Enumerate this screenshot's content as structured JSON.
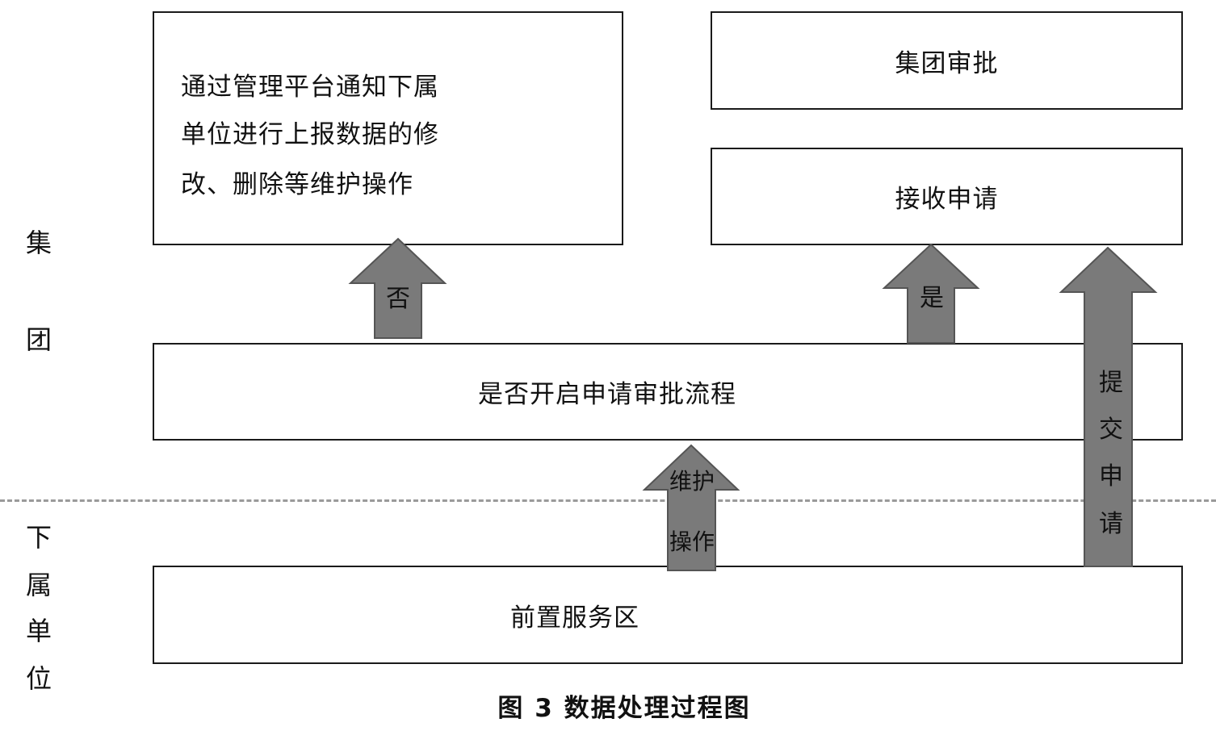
{
  "side_labels": {
    "group": [
      "集",
      "团"
    ],
    "subordinate": [
      "下",
      "属",
      "单",
      "位"
    ]
  },
  "boxes": {
    "notify_lines": [
      "通过管理平台通知下属",
      "单位进行上报数据的修",
      "改、删除等维护操作"
    ],
    "group_approval": "集团审批",
    "receive_application": "接收申请",
    "approval_process": "是否开启申请审批流程",
    "front_service": "前置服务区"
  },
  "arrows": {
    "no": "否",
    "yes": "是",
    "maintain_lines": [
      "维护",
      "操作"
    ],
    "submit_chars": [
      "提",
      "交",
      "申",
      "请"
    ]
  },
  "caption": "图 3  数据处理过程图",
  "colors": {
    "arrow_fill": "#7a7a7a",
    "arrow_stroke": "#555555",
    "divider": "#9a9a9a"
  }
}
